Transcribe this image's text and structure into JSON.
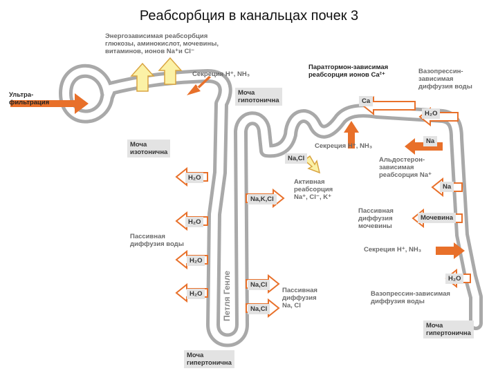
{
  "title": "Реабсорбция в канальцах почек 3",
  "labels": {
    "energy": "Энергозависимая реабсорбция\nглюкозы, аминокислот, мочевины,\nвитаминов, ионов Na⁺и Cl⁻",
    "ultra": "Ультра-\nфильтрация",
    "secretion_top": "Секреция H⁺, NH₃",
    "urine_hypotonic": "Моча\nгипотонична",
    "parathormone": "Паратгормон-зависимая\nреабсорция ионов Ca²⁺",
    "vasopressin_top": "Вазопрессин-\nзависимая\nдиффузия воды",
    "secretion_mid": "Секреция H⁺, NH₃",
    "urine_isotonic": "Моча\nизотонична",
    "aldosterone": "Альдостерон-\nзависимая\nреабсорция Na⁺",
    "active": "Активная\nреабсорция\nNa⁺, Cl⁻, K⁺",
    "passive_urea": "Пассивная\nдиффузия\nмочевины",
    "passive_water": "Пассивная\nдиффузия воды",
    "secretion_low": "Секреция H⁺, NH₃",
    "passive_nacl": "Пассивная\nдиффузия\nNa, Cl",
    "vasopressin_low": "Вазопрессин-зависимая\nдиффузия воды",
    "urine_hyper_right": "Моча\nгипертонична",
    "urine_hyper_bottom": "Моча\nгипертонична",
    "henle": "Петля Генле"
  },
  "boxes": {
    "ca": "Ca",
    "h2o_r1": "H₂O",
    "na_r1": "Na",
    "nacl_top": "Na,Cl",
    "na_r2": "Na",
    "nakcl": "Na,K,Cl",
    "urea": "Мочевина",
    "h2o_l1": "H₂O",
    "h2o_l2": "H₂O",
    "h2o_l3": "H₂O",
    "h2o_l4": "H₂O",
    "nacl_mid": "Na,Cl",
    "nacl_low": "Na,Cl",
    "h2o_r2": "H₂O"
  },
  "colors": {
    "tubule": "#a9a9a9",
    "tubule_fill": "#ffffff",
    "arrow_orange": "#e8702a",
    "arrow_yellow": "#fbf1a6",
    "arrow_yellow_edge": "#d9a441",
    "box_fill": "#e3e3e3"
  },
  "icons": [
    "big-arrow-icon",
    "up-arrow-icon",
    "left-arrow-icon",
    "right-arrow-icon"
  ]
}
